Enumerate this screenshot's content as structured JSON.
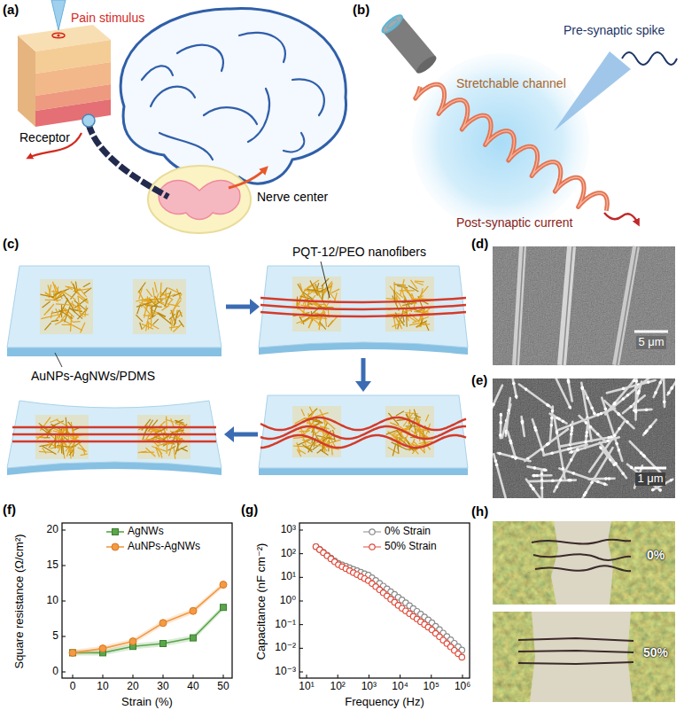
{
  "diagram": {
    "labels": [
      "(a)",
      "Pain stimulus",
      "Receptor",
      "Nerve center",
      "(b)",
      "Pre-synaptic spike",
      "Stretchable channel",
      "Post-synaptic current",
      "(c)",
      "PQT-12/PEO nanofibers",
      "AuNPs-AgNWs/PDMS",
      "(d)",
      "5 μm",
      "(e)",
      "1 μm",
      "(f)",
      "Square resistance (Ω/cm²)",
      "Strain (%)",
      "0",
      "5",
      "10",
      "15",
      "20",
      "0",
      "10",
      "20",
      "30",
      "40",
      "50",
      "(g)",
      "Capacitance (nF cm⁻²)",
      "Frequency (Hz)",
      "10⁻³",
      "10⁻²",
      "10⁻¹",
      "10⁰",
      "10¹",
      "10²",
      "10³",
      "10¹",
      "10²",
      "10³",
      "10⁴",
      "10⁵",
      "10⁶",
      "(h)",
      "0%",
      "50%"
    ],
    "legend": [
      {
        "text": "AgNWs"
      },
      {
        "text": "AuNPs-AgNWs"
      },
      {
        "text": "0% Strain"
      },
      {
        "text": "50% Strain"
      }
    ]
  }
}
